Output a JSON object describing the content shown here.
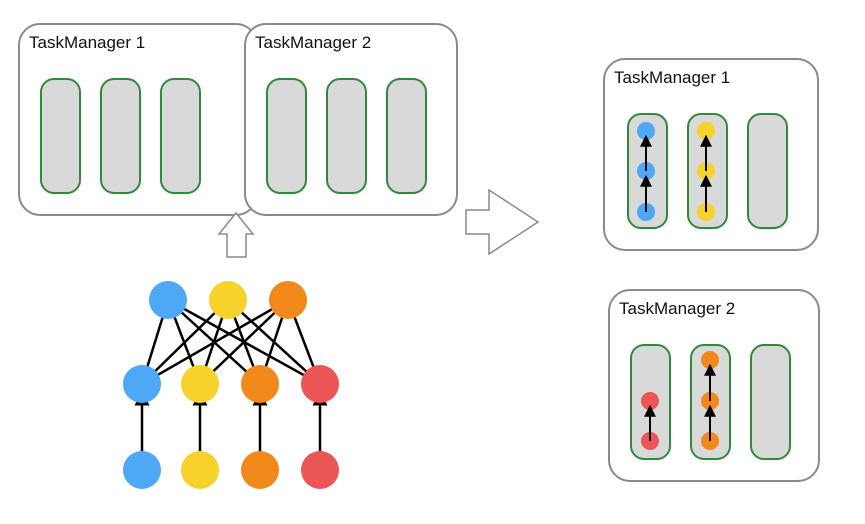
{
  "left": {
    "tm1_label": "TaskManager 1",
    "tm2_label": "TaskManager 2"
  },
  "right": {
    "tm1_label": "TaskManager 1",
    "tm2_label": "TaskManager 2"
  },
  "colors": {
    "blue": "#4ea8f5",
    "yellow": "#f7d22b",
    "orange": "#f0891a",
    "red": "#ec5656",
    "slot_border": "#2e8b3a",
    "slot_fill": "#d9d9d9",
    "box_border": "#8a8a8a"
  },
  "graph": {
    "source_layer": [
      "blue",
      "yellow",
      "orange",
      "red"
    ],
    "middle_layer": [
      "blue",
      "yellow",
      "orange",
      "red"
    ],
    "top_layer": [
      "blue",
      "yellow",
      "orange"
    ]
  },
  "icons": [
    "arrow-up-icon",
    "arrow-right-icon"
  ]
}
